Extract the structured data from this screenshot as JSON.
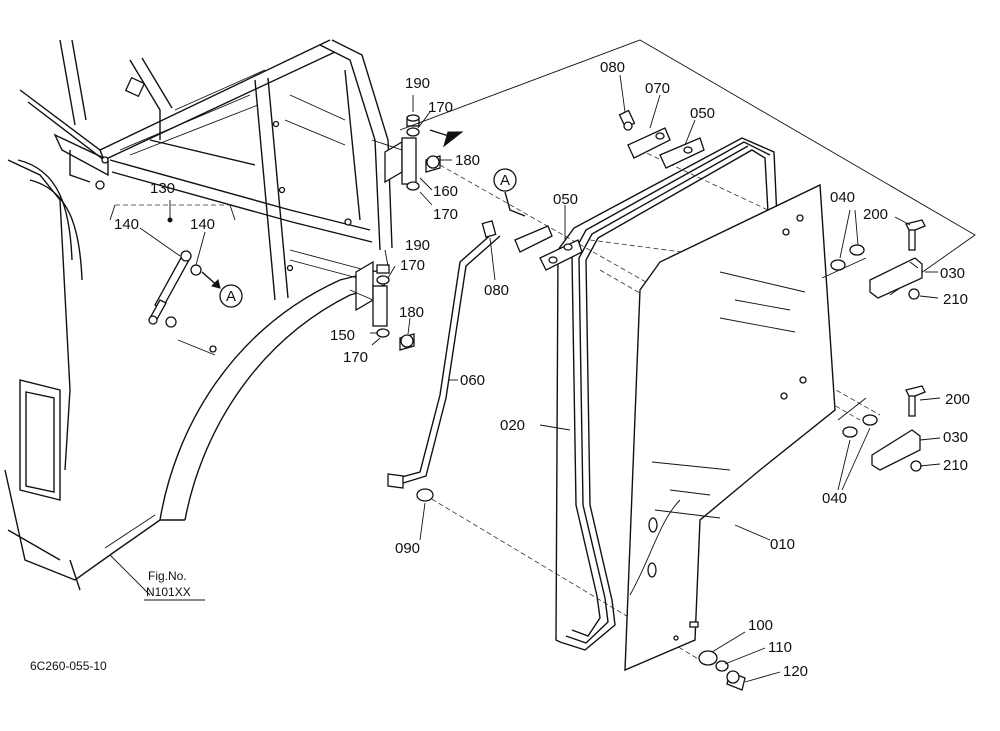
{
  "figure_code": "6C260-055-10",
  "reference": {
    "line1": "Fig.No.",
    "line2": "N101XX"
  },
  "callout_letter": "A",
  "parts": {
    "p010": "010",
    "p020": "020",
    "p030a": "030",
    "p030b": "030",
    "p040a": "040",
    "p040b": "040",
    "p050a": "050",
    "p050b": "050",
    "p060": "060",
    "p070": "070",
    "p080a": "080",
    "p080b": "080",
    "p090": "090",
    "p100": "100",
    "p110": "110",
    "p120": "120",
    "p130": "130",
    "p140a": "140",
    "p140b": "140",
    "p150": "150",
    "p160": "160",
    "p170a": "170",
    "p170b": "170",
    "p170c": "170",
    "p170d": "170",
    "p180a": "180",
    "p180b": "180",
    "p190a": "190",
    "p190b": "190",
    "p200a": "200",
    "p200b": "200",
    "p210a": "210",
    "p210b": "210"
  }
}
